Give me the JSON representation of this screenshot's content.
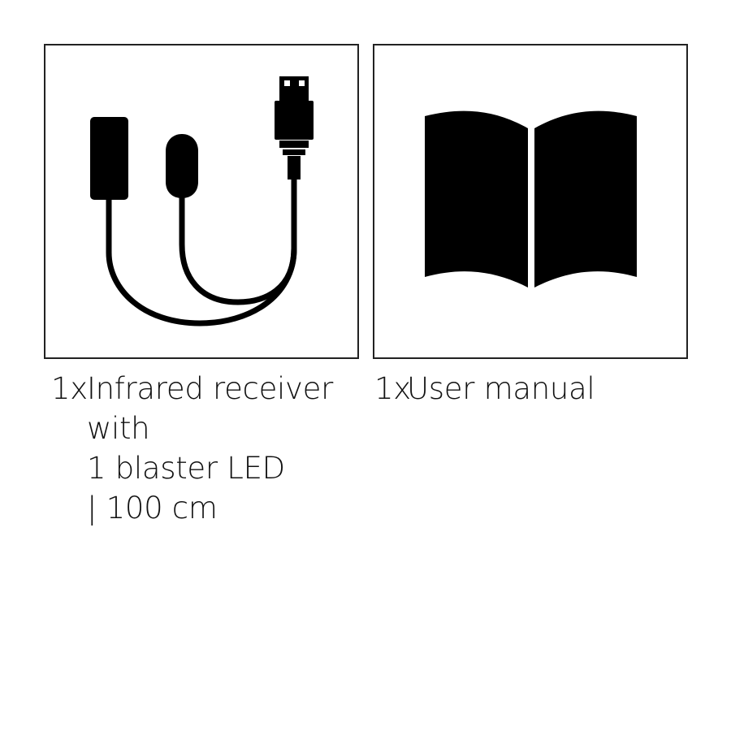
{
  "items": [
    {
      "icon": "usb-ir-receiver-cable-icon",
      "quantity": "1x",
      "lines": [
        "Infrared receiver",
        "with",
        "1 blaster LED",
        "| 100 cm"
      ]
    },
    {
      "icon": "open-book-icon",
      "quantity": "1x",
      "lines": [
        "User manual"
      ]
    }
  ],
  "colors": {
    "frame_border": "#222222",
    "icon_fill": "#000000",
    "text": "#111111",
    "background": "#ffffff"
  }
}
